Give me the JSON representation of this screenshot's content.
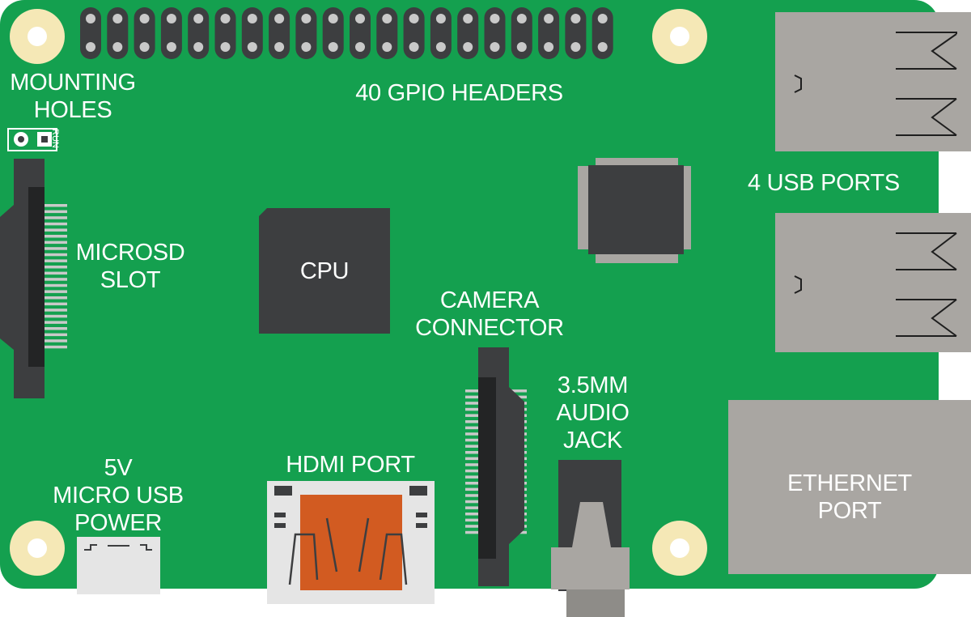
{
  "colors": {
    "board": "#14a04f",
    "pin": "#3d3e40",
    "pin_dot": "#c9c9c9",
    "hole_outer": "#f5e8b6",
    "hole_inner": "#ffffff",
    "chip": "#3d3e40",
    "port_gray": "#a9a6a2",
    "hdmi_orange": "#d25b21",
    "label": "#ffffff"
  },
  "labels": {
    "gpio": "40 GPIO HEADERS",
    "mounting": "MOUNTING\nHOLES",
    "run": "RUN",
    "microsd": "MICROSD\nSLOT",
    "cpu": "CPU",
    "usb": "4 USB PORTS",
    "camera": "CAMERA\nCONNECTOR",
    "audio": "3.5MM\nAUDIO\nJACK",
    "power": "5V\nMICRO USB\nPOWER",
    "hdmi": "HDMI PORT",
    "ethernet": "ETHERNET\nPORT"
  }
}
